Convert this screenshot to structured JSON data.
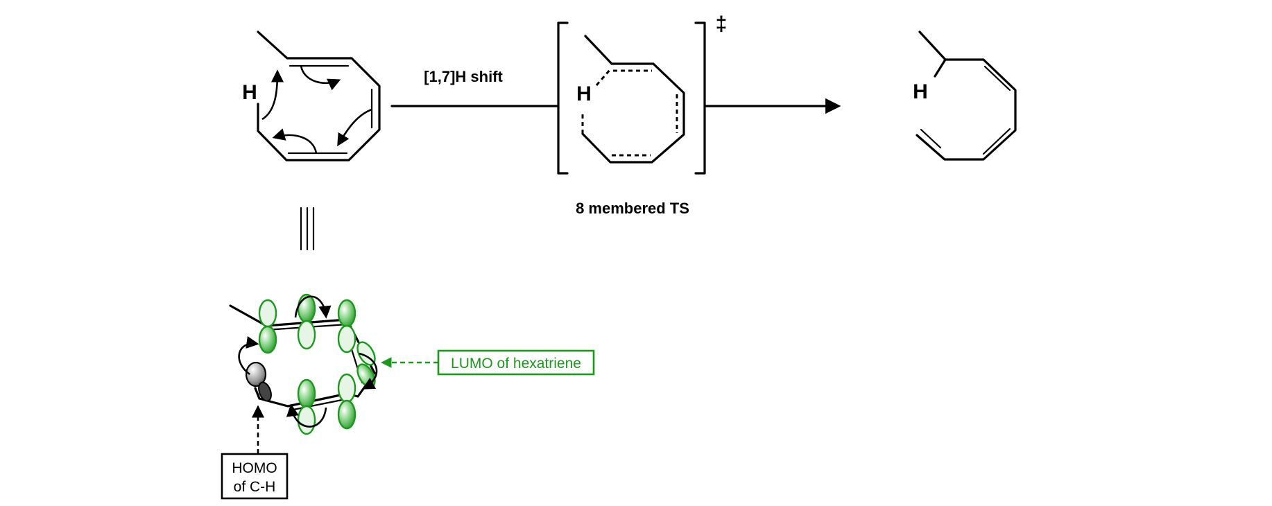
{
  "labels": {
    "h_reactant": "H",
    "reaction_label": "[1,7]H shift",
    "h_ts": "H",
    "ts_symbol": "‡",
    "ts_caption": "8 membered TS",
    "h_product": "H",
    "homo_line1": "HOMO",
    "homo_line2": "of C-H",
    "lumo_label": "LUMO of hexatriene"
  },
  "colors": {
    "bond": "#000000",
    "orbital_green": "#1a9a1a",
    "orbital_fill_light": "#e6f5e6",
    "homo_grey": "#7a7a7a"
  }
}
